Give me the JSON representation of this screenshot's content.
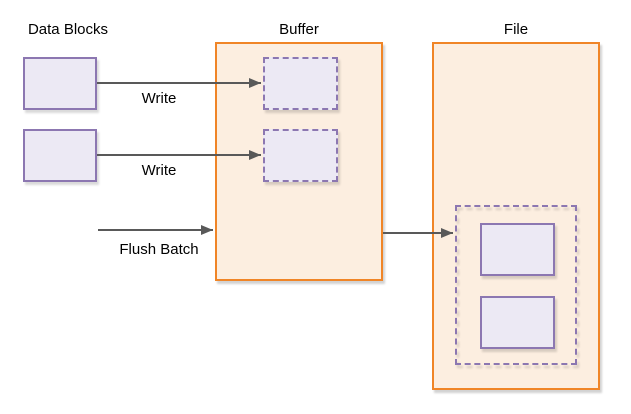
{
  "figure": {
    "type": "flow-diagram",
    "description": "Data blocks are written into buffer slots, then flushed in a batch to a file"
  },
  "labels": {
    "data_blocks": "Data Blocks",
    "buffer": "Buffer",
    "file": "File"
  },
  "edges": {
    "write_1": "Write",
    "write_2": "Write",
    "flush_batch": "Flush Batch"
  },
  "colors": {
    "canvas_bg": "#FFFFFF",
    "container_fill": "#FCEEE0",
    "container_stroke": "#F08527",
    "block_fill": "#ECE9F4",
    "block_stroke": "#8C77B1",
    "arrow": "#595959",
    "text": "#000000"
  }
}
